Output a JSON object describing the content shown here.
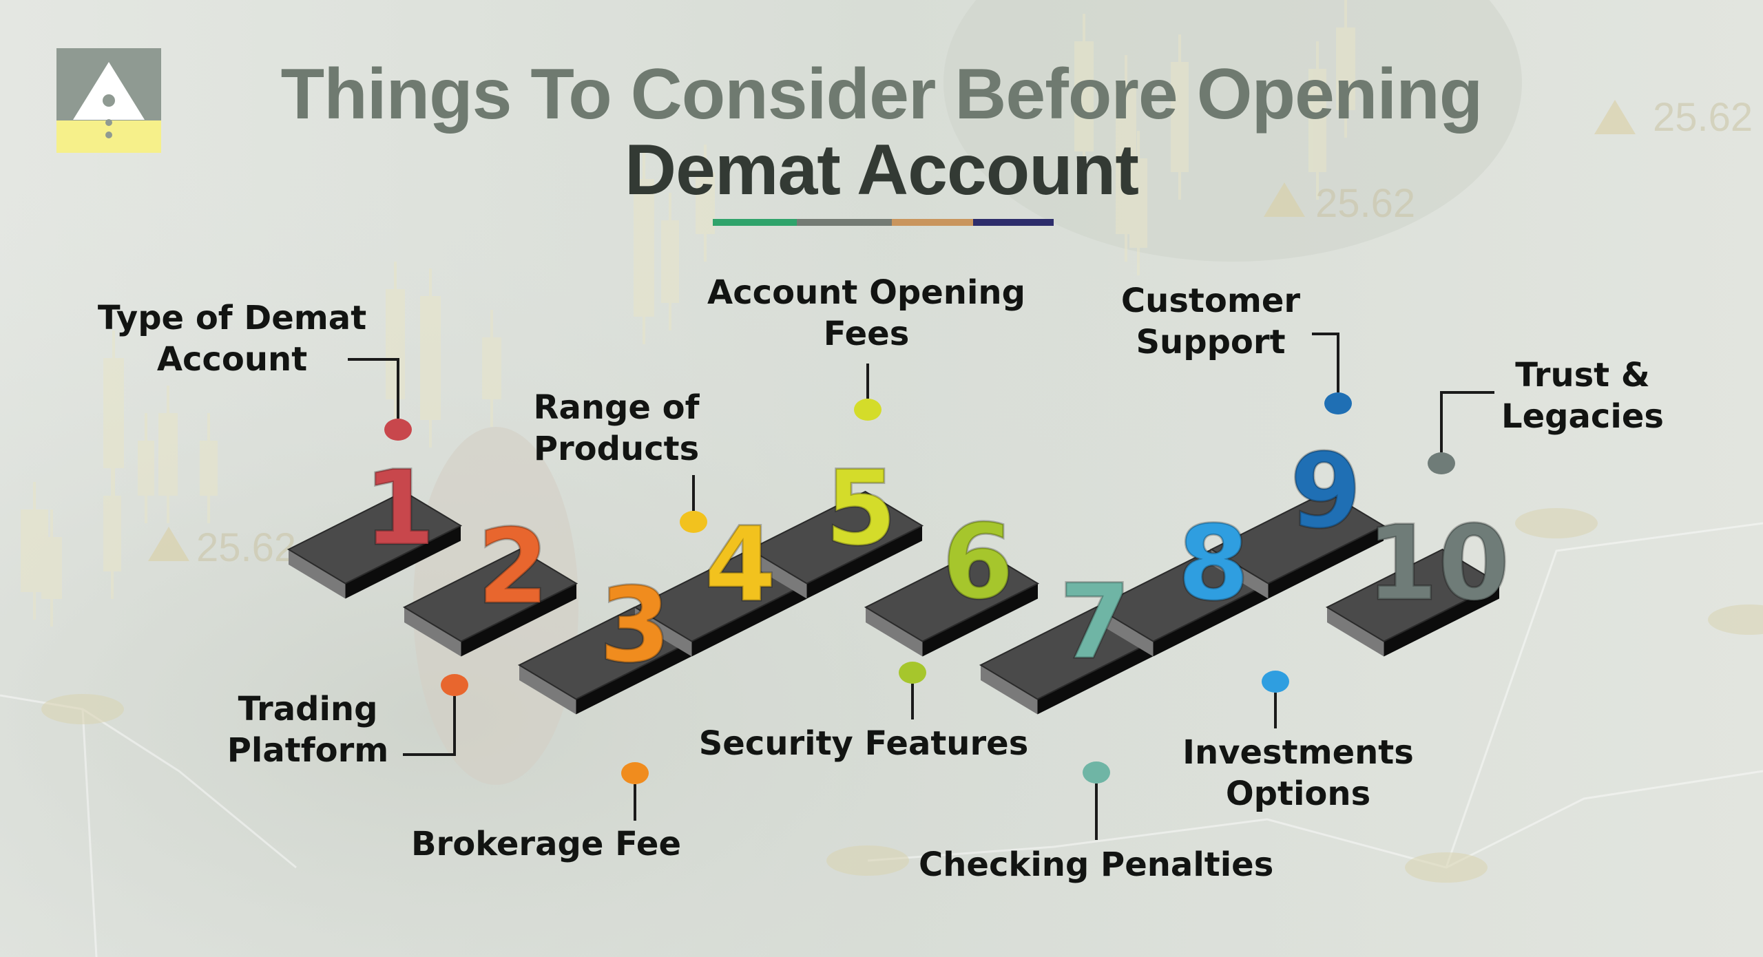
{
  "title": {
    "line1": "Things To Consider Before Opening",
    "line2": "Demat Account",
    "underline_colors": [
      "#2fa36b",
      "#747b74",
      "#c9955d",
      "#2d2d6b"
    ]
  },
  "logo": {
    "icon": "alert-triangle-logo-icon",
    "colors": [
      "#8f9a92",
      "#f6f08a"
    ]
  },
  "background_text": [
    "25.62",
    "25.62",
    "25.62"
  ],
  "steps": [
    {
      "number": "1",
      "label_lines": [
        "Type of Demat",
        "Account"
      ],
      "color": "#c8474c"
    },
    {
      "number": "2",
      "label_lines": [
        "Trading",
        "Platform"
      ],
      "color": "#e8662e"
    },
    {
      "number": "3",
      "label_lines": [
        "Brokerage Fee"
      ],
      "color": "#f08c1e"
    },
    {
      "number": "4",
      "label_lines": [
        "Range of",
        "Products"
      ],
      "color": "#f2c21e"
    },
    {
      "number": "5",
      "label_lines": [
        "Account Opening",
        "Fees"
      ],
      "color": "#d4dc2a"
    },
    {
      "number": "6",
      "label_lines": [
        "Security Features"
      ],
      "color": "#a6c62c"
    },
    {
      "number": "7",
      "label_lines": [
        "Checking Penalties"
      ],
      "color": "#6fb5a5"
    },
    {
      "number": "8",
      "label_lines": [
        "Investments",
        "Options"
      ],
      "color": "#2f9ee0"
    },
    {
      "number": "9",
      "label_lines": [
        "Customer",
        "Support"
      ],
      "color": "#1f6fb4"
    },
    {
      "number": "10",
      "label_lines": [
        "Trust &",
        "Legacies"
      ],
      "color": "#6f7c78"
    }
  ]
}
